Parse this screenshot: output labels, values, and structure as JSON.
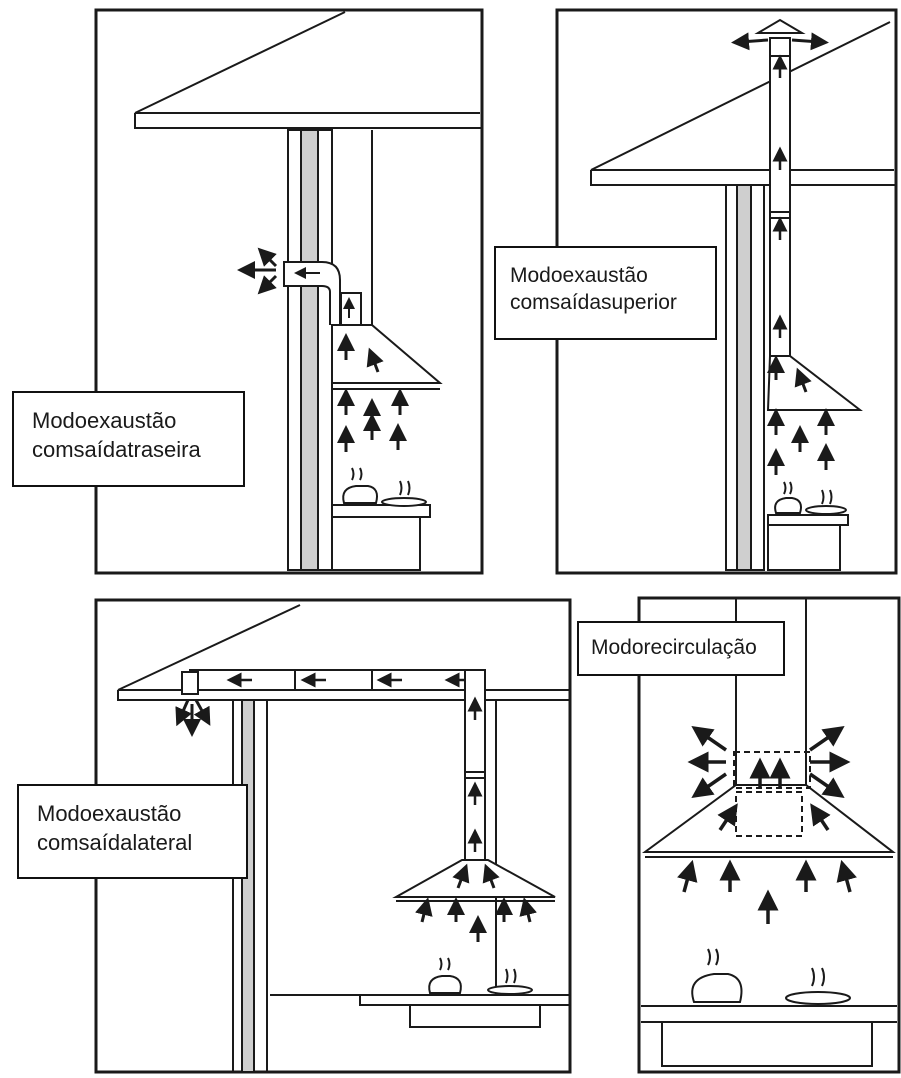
{
  "panels": {
    "rear": {
      "line1": "Modoexaustão",
      "line2": "comsaídatraseira"
    },
    "top": {
      "line1": "Modoexaustão",
      "line2": "comsaídasuperior"
    },
    "side": {
      "line1": "Modoexaustão",
      "line2": "comsaídalateral"
    },
    "recirc": {
      "line1": "Modorecirculação"
    }
  },
  "colors": {
    "line": "#1a1a1a",
    "background": "#ffffff"
  }
}
